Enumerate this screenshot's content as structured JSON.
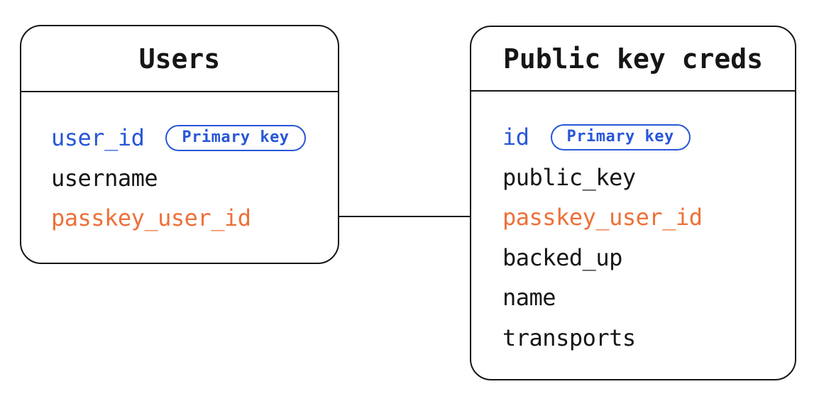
{
  "colors": {
    "blue": "#2757d8",
    "orange": "#ed7038",
    "ink": "#161616",
    "background": "#ffffff"
  },
  "tables": [
    {
      "title": "Users",
      "fields": [
        {
          "name": "user_id",
          "color": "blue",
          "badge": "Primary key"
        },
        {
          "name": "username",
          "color": "ink",
          "badge": null
        },
        {
          "name": "passkey_user_id",
          "color": "orange",
          "badge": null
        }
      ]
    },
    {
      "title": "Public key creds",
      "fields": [
        {
          "name": "id",
          "color": "blue",
          "badge": "Primary key"
        },
        {
          "name": "public_key",
          "color": "ink",
          "badge": null
        },
        {
          "name": "passkey_user_id",
          "color": "orange",
          "badge": null
        },
        {
          "name": "backed_up",
          "color": "ink",
          "badge": null
        },
        {
          "name": "name",
          "color": "ink",
          "badge": null
        },
        {
          "name": "transports",
          "color": "ink",
          "badge": null
        }
      ]
    }
  ],
  "relationship": {
    "from_table": "Users",
    "from_field": "passkey_user_id",
    "to_table": "Public key creds",
    "to_field": "passkey_user_id"
  }
}
